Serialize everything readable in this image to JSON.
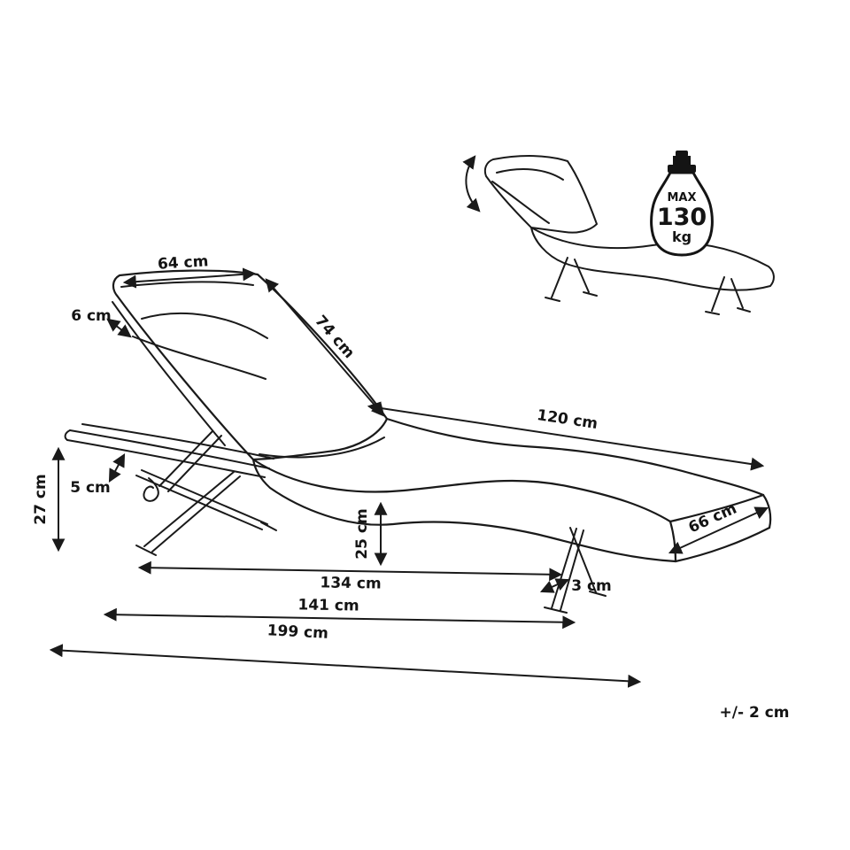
{
  "diagram": {
    "dimensions": {
      "backrest_width": "64 cm",
      "backrest_thickness": "6 cm",
      "backrest_length": "74 cm",
      "seat_length": "120 cm",
      "frame_height": "27 cm",
      "frame_thickness": "5 cm",
      "seat_height": "25 cm",
      "foot_width": "66 cm",
      "leg_thickness": "3 cm",
      "inner_length": "134 cm",
      "mid_length": "141 cm",
      "total_length": "199 cm"
    },
    "tolerance_note": "+/- 2 cm",
    "max_weight": {
      "line1": "MAX",
      "line2": "130",
      "line3": "kg"
    }
  }
}
